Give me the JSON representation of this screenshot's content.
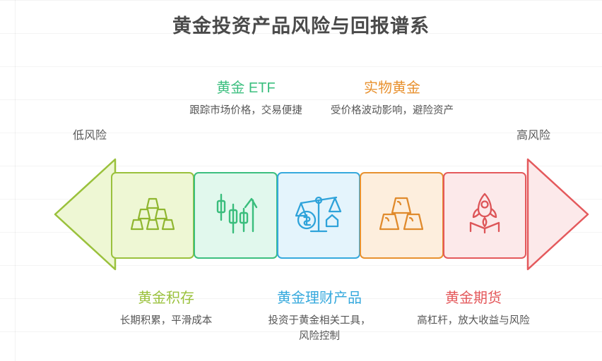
{
  "header": {
    "title": "黄金投资产品风险与回报谱系"
  },
  "spectrum": {
    "low_risk_label": "低风险",
    "high_risk_label": "高风险",
    "left_arrow_icon": "arrow-left-icon",
    "right_arrow_icon": "arrow-right-icon",
    "left_arrow_fill": "#eaf5cd",
    "left_arrow_stroke": "#9dc13f",
    "right_arrow_fill": "#fbe6e6",
    "right_arrow_stroke": "#e06a6a"
  },
  "segments": [
    {
      "id": "gold-accumulation",
      "title": "黄金积存",
      "desc": "长期积累，平滑成本",
      "icon": "stacked-gold-bars-pyramid-icon",
      "color": "#9ac13c",
      "fill": "#eef7d4",
      "position": "bottom"
    },
    {
      "id": "gold-etf",
      "title": "黄金 ETF",
      "desc": "跟踪市场价格，交易便捷",
      "icon": "candlestick-uptrend-icon",
      "color": "#3cbf7f",
      "fill": "#e1f8ed",
      "position": "top"
    },
    {
      "id": "gold-wealth-product",
      "title": "黄金理财产品",
      "desc": "投资于黄金相关工具，风险控制",
      "icon": "balance-scale-icon",
      "color": "#36a9dd",
      "fill": "#e4f4fc",
      "position": "bottom"
    },
    {
      "id": "physical-gold",
      "title": "实物黄金",
      "desc": "受价格波动影响，避险资产",
      "icon": "gold-bars-icon",
      "color": "#e8912f",
      "fill": "#fdeedd",
      "position": "top"
    },
    {
      "id": "gold-futures",
      "title": "黄金期货",
      "desc": "高杠杆，放大收益与风险",
      "icon": "rocket-launch-icon",
      "color": "#e4595c",
      "fill": "#fce9ea",
      "position": "bottom"
    }
  ]
}
